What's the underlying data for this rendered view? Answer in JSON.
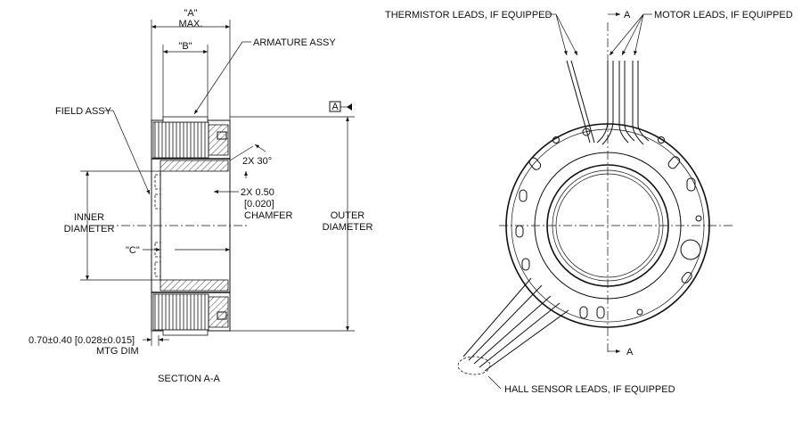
{
  "section_view": {
    "dim_a": "\"A\"",
    "dim_a_max": "MAX.",
    "dim_b": "\"B\"",
    "dim_c": "\"C\"",
    "armature": "ARMATURE ASSY",
    "field": "FIELD ASSY",
    "angle": "2X 30°",
    "chamfer_1": "2X 0.50",
    "chamfer_2": "[0.020]",
    "chamfer_3": "CHAMFER",
    "inner_1": "INNER",
    "inner_2": "DIAMETER",
    "outer_1": "OUTER",
    "outer_2": "DIAMETER",
    "mtg_1": "0.70±0.40 [0.028±0.015]",
    "mtg_2": "MTG DIM",
    "datum": "A",
    "caption": "SECTION A-A"
  },
  "top_view": {
    "thermistor": "THERMISTOR LEADS, IF EQUIPPED",
    "motor": "MOTOR LEADS, IF EQUIPPED",
    "section_mark_top": "A",
    "section_mark_bottom": "A",
    "hall": "HALL SENSOR LEADS, IF EQUIPPED"
  }
}
